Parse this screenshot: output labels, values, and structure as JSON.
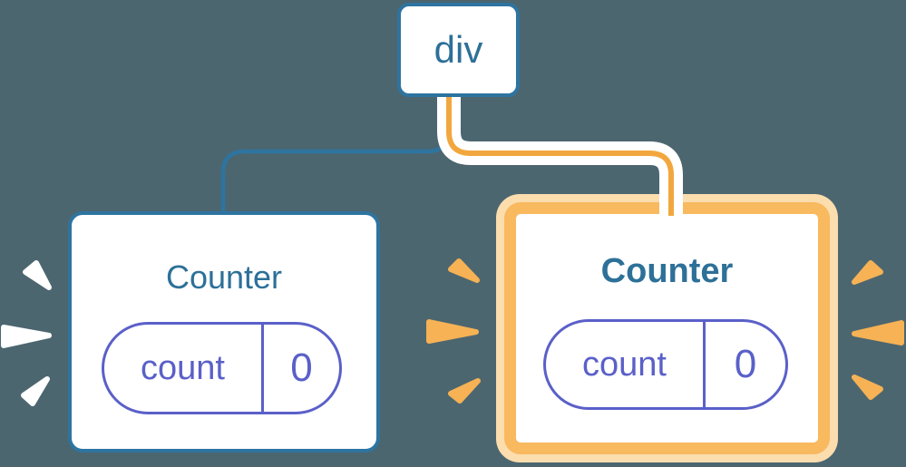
{
  "canvas": {
    "background_color": "#4C6670"
  },
  "tree": {
    "root": {
      "label": "div"
    },
    "children": [
      {
        "title": "Counter",
        "state_key": "count",
        "state_value": "0",
        "variant": "blue",
        "highlighted": false
      },
      {
        "title": "Counter",
        "state_key": "count",
        "state_value": "0",
        "variant": "orange-highlight",
        "highlighted": true
      }
    ]
  },
  "colors": {
    "blue_stroke": "#2E74A0",
    "blue_text": "#2D7098",
    "purple": "#5A60C8",
    "orange_connector": "#F2A73E",
    "orange_border": "#F8B95F",
    "orange_halo": "#FBDDAE",
    "spark_orange": "#F6B254",
    "spark_white": "#FFFFFF"
  }
}
